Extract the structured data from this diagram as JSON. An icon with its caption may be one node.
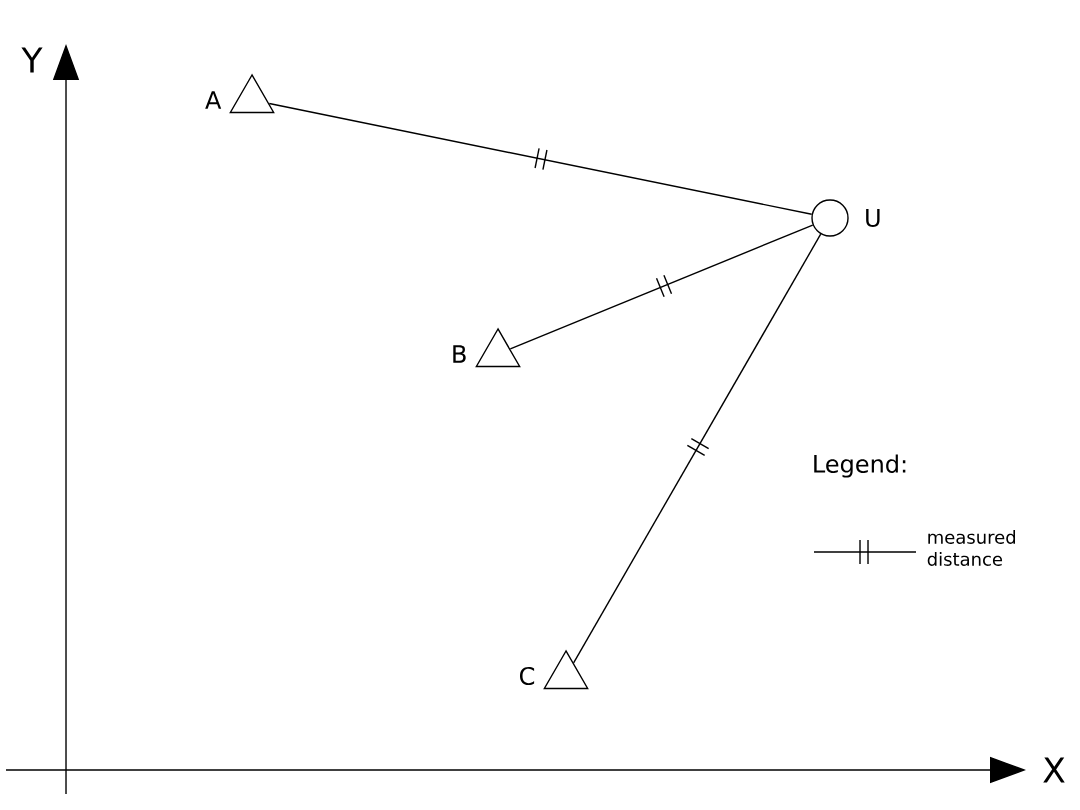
{
  "diagram": {
    "nodes": [
      {
        "text": [
          "A"
        ]
      },
      {
        "text": [
          "B"
        ]
      },
      {
        "text": [
          "C"
        ]
      },
      {
        "text": [
          "U"
        ]
      }
    ],
    "edges": [
      {
        "from": 0,
        "to": 3,
        "arrow": "none"
      },
      {
        "from": 1,
        "to": 3,
        "arrow": "none"
      },
      {
        "from": 2,
        "to": 3,
        "arrow": "none"
      }
    ],
    "labels": [
      "Y",
      "X",
      "Legend:"
    ],
    "legend": [
      {
        "text": "measured distance"
      }
    ]
  }
}
